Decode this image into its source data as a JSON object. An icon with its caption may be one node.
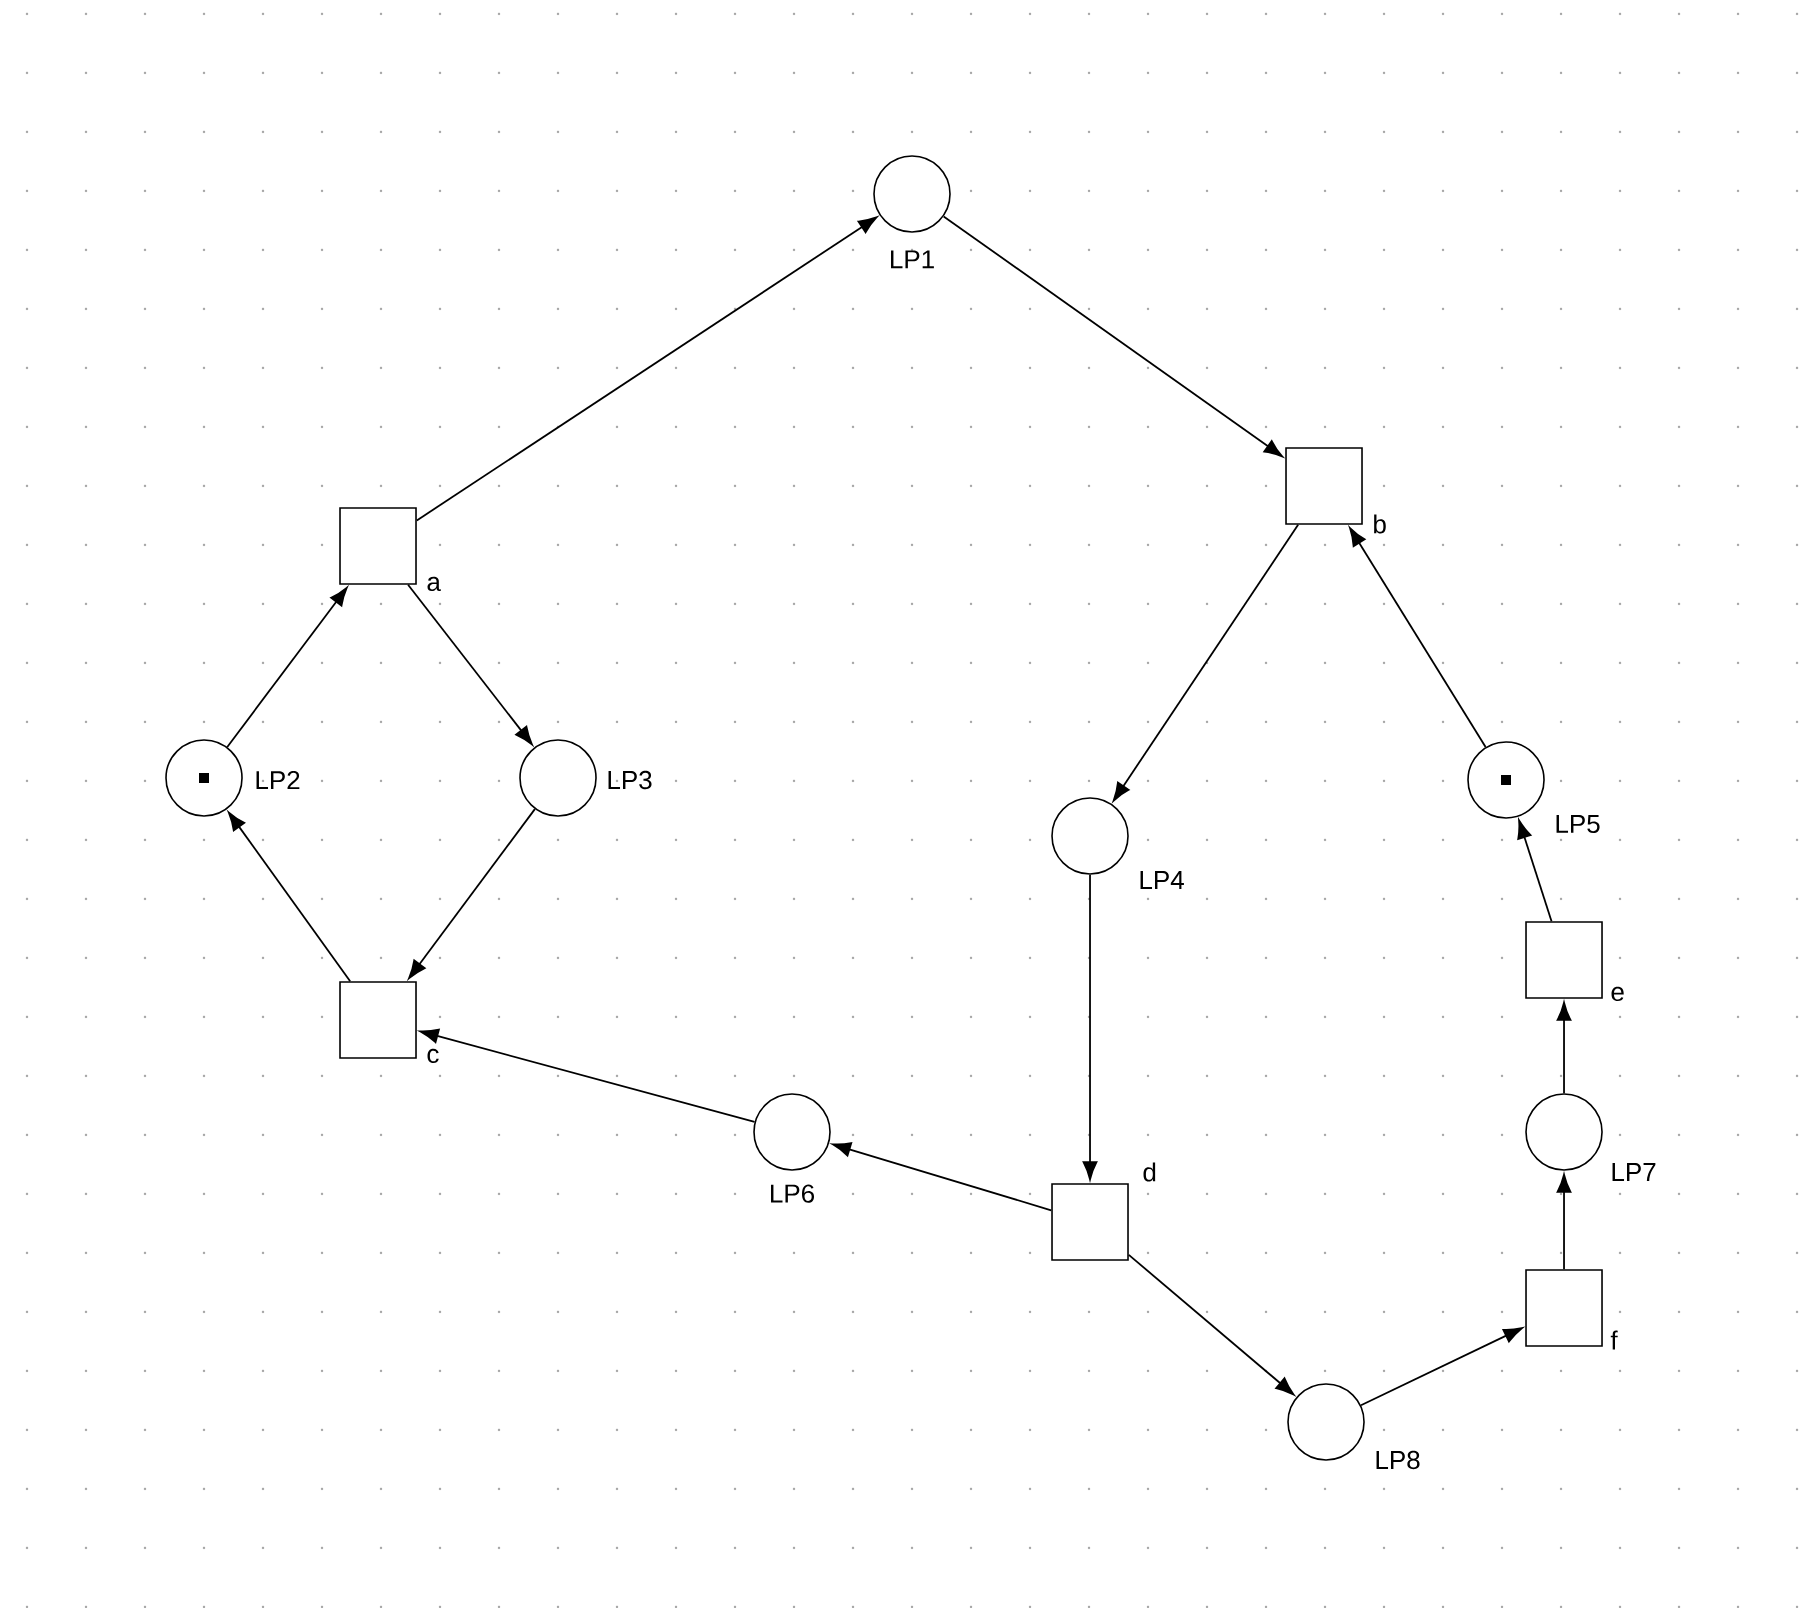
{
  "diagram": {
    "nodes": [
      {
        "text": [],
        "shape": "circle",
        "beside": [
          "LP1"
        ]
      },
      {
        "text": [],
        "shape": "box",
        "beside": [
          "a"
        ]
      },
      {
        "text": [],
        "shape": "box",
        "beside": [
          "b"
        ]
      },
      {
        "text": [],
        "shape": "circle",
        "beside": [
          "LP2"
        ]
      },
      {
        "text": [],
        "shape": "circle",
        "beside": [
          "LP3"
        ]
      },
      {
        "text": [],
        "shape": "circle",
        "beside": [
          "LP5"
        ]
      },
      {
        "text": [],
        "shape": "circle",
        "beside": [
          "LP4"
        ]
      },
      {
        "text": [],
        "shape": "box",
        "beside": [
          "c"
        ]
      },
      {
        "text": [],
        "shape": "box",
        "beside": [
          "e"
        ]
      },
      {
        "text": [],
        "shape": "circle",
        "beside": [
          "LP7"
        ]
      },
      {
        "text": [],
        "shape": "circle",
        "beside": [
          "LP6"
        ]
      },
      {
        "text": [],
        "shape": "box",
        "beside": [
          "d"
        ]
      },
      {
        "text": [],
        "shape": "box",
        "beside": [
          "f"
        ]
      },
      {
        "text": [],
        "shape": "circle",
        "beside": [
          "LP8"
        ]
      }
    ],
    "edges": [
      {
        "from": 1,
        "to": 0,
        "arrow": "to"
      },
      {
        "from": 0,
        "to": 2,
        "arrow": "to"
      },
      {
        "from": 3,
        "to": 1,
        "arrow": "to"
      },
      {
        "from": 1,
        "to": 4,
        "arrow": "to"
      },
      {
        "from": 4,
        "to": 7,
        "arrow": "to"
      },
      {
        "from": 7,
        "to": 3,
        "arrow": "to"
      },
      {
        "from": 2,
        "to": 6,
        "arrow": "to"
      },
      {
        "from": 5,
        "to": 2,
        "arrow": "to"
      },
      {
        "from": 6,
        "to": 11,
        "arrow": "to"
      },
      {
        "from": 11,
        "to": 10,
        "arrow": "to"
      },
      {
        "from": 10,
        "to": 7,
        "arrow": "to"
      },
      {
        "from": 11,
        "to": 13,
        "arrow": "to"
      },
      {
        "from": 13,
        "to": 12,
        "arrow": "to"
      },
      {
        "from": 12,
        "to": 9,
        "arrow": "to"
      },
      {
        "from": 9,
        "to": 8,
        "arrow": "to"
      },
      {
        "from": 8,
        "to": 5,
        "arrow": "to"
      }
    ]
  }
}
